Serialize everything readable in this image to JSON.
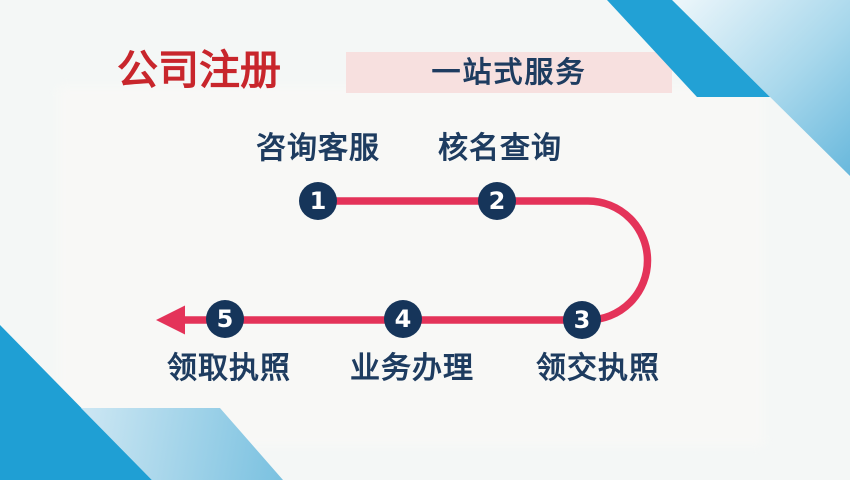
{
  "page": {
    "title": "公司注册",
    "banner": "一站式服务"
  },
  "flow": {
    "steps": [
      {
        "num": "1",
        "label": "咨询客服"
      },
      {
        "num": "2",
        "label": "核名查询"
      },
      {
        "num": "3",
        "label": "领交执照"
      },
      {
        "num": "4",
        "label": "业务办理"
      },
      {
        "num": "5",
        "label": "领取执照"
      }
    ],
    "direction_note": "path runs 1→2, U-turn right, 3→4→5, arrow exits left"
  },
  "colors": {
    "background": "#f4f7f6",
    "title_red": "#c8262c",
    "flow_line_red": "#e43359",
    "text_navy": "#1e3c60",
    "circle_navy": "#16355a",
    "banner_pink": "#f7e0df",
    "corner_blue": "#21a0d5",
    "corner_light_blue_start": "#eef7fb",
    "corner_light_blue_end": "#68b8dc"
  }
}
